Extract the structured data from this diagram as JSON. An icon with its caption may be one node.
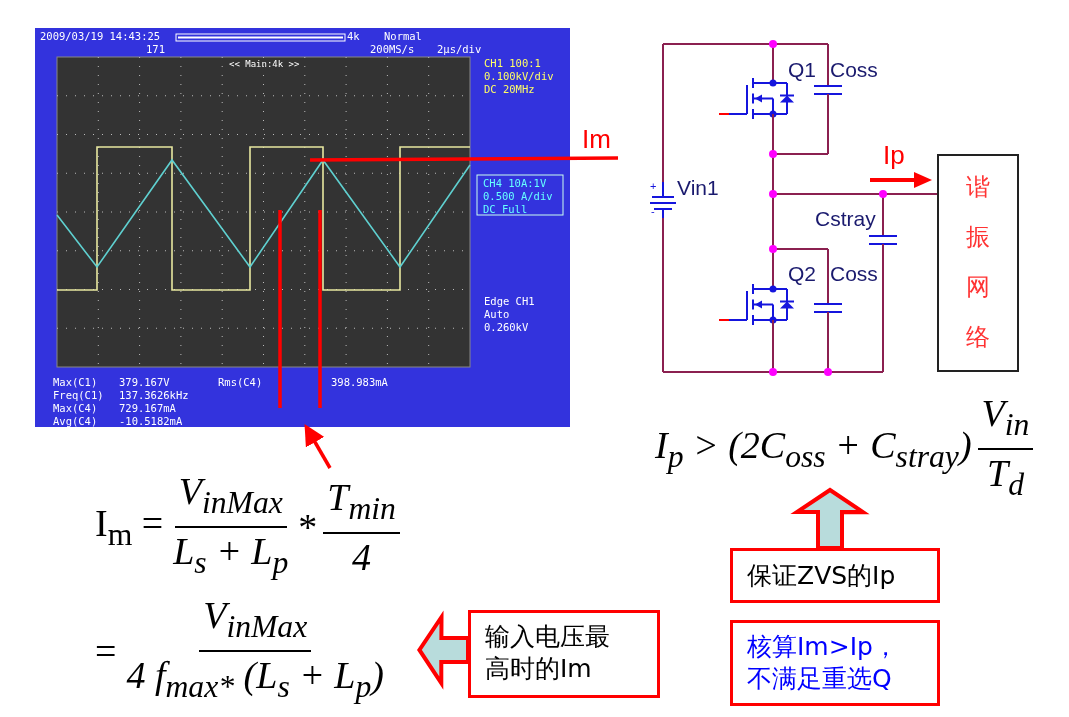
{
  "diagram": {
    "nodes": [
      {
        "text": [
          "2009/03/19 14:43:25",
          "171",
          "4k",
          "Normal",
          "200MS/s",
          "2µs/div",
          "<< Main:4k >>",
          "CH1 100:1",
          "0.100kV/div",
          "DC 20MHz",
          "CH4 10A:1V",
          "0.500 A/div",
          "DC Full",
          "Edge CH1",
          "Auto",
          "0.260kV",
          "Max(C1)",
          "379.167V",
          "Rms(C4)",
          "398.983mA",
          "Freq(C1)",
          "137.3626kHz",
          "Max(C4)",
          "729.167mA",
          "Avg(C4)",
          "-10.5182mA"
        ]
      },
      {
        "text": [
          "Im"
        ]
      },
      {
        "text": [
          "谐振网络"
        ]
      },
      {
        "text": [
          "I$_{m}$ =",
          "V$_{inMax}$",
          "L$_{s}$ + L$_{p}$",
          "*",
          "T$_{min}$",
          "4"
        ]
      },
      {
        "text": [
          "I$_{p}$ > (2C$_{oss}$ + C$_{stray}$)",
          "V$_{in}$",
          "T$_{d}$"
        ]
      },
      {
        "text": [
          "=",
          "V$_{inMax}$",
          "4 f$_{max*}$ (L$_{s}$ + L$_{p}$)"
        ]
      },
      {
        "text": [
          "输入电压最高时的Im"
        ]
      },
      {
        "text": [
          "保证ZVS的Ip"
        ]
      },
      {
        "text": [
          "核算Im>Ip，不满足重选Q"
        ]
      }
    ],
    "edges": [
      {
        "from": 3,
        "to": 0,
        "arrow": "to"
      },
      {
        "from": 1,
        "to": 0,
        "arrow": "none"
      },
      {
        "from": 7,
        "to": 4,
        "arrow": "to",
        "style": "thick"
      },
      {
        "from": 6,
        "to": 5,
        "arrow": "to",
        "style": "thick"
      }
    ],
    "labels": [
      "Q1",
      "Coss",
      "+",
      "Vin1",
      "-",
      "Cstray",
      "Ip",
      "Q2",
      "Coss"
    ]
  }
}
